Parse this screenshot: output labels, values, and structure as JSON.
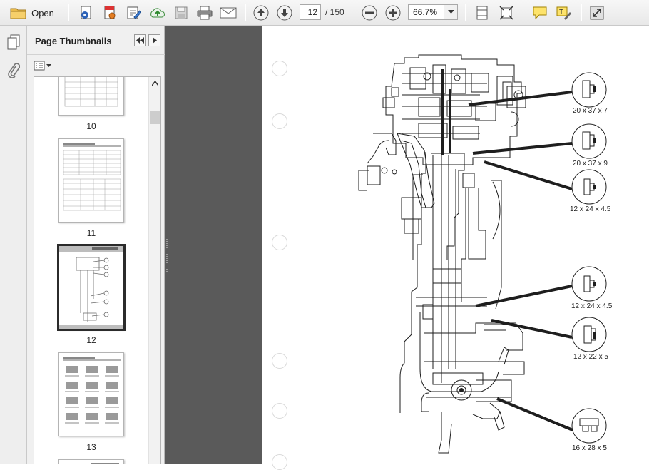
{
  "toolbar": {
    "open_label": "Open",
    "current_page": "12",
    "page_total": "/ 150",
    "zoom": "66.7%"
  },
  "panel": {
    "title": "Page Thumbnails"
  },
  "thumbnails": [
    {
      "page": "10"
    },
    {
      "page": "11"
    },
    {
      "page": "12"
    },
    {
      "page": "13"
    }
  ],
  "diagram": {
    "callouts": [
      {
        "label": "20 x 37 x 7"
      },
      {
        "label": "20 x 37 x 9"
      },
      {
        "label": "12 x 24 x 4.5"
      },
      {
        "label": "12 x 24 x 4.5"
      },
      {
        "label": "12 x 22 x 5"
      },
      {
        "label": "16 x 28 x 5"
      }
    ]
  }
}
